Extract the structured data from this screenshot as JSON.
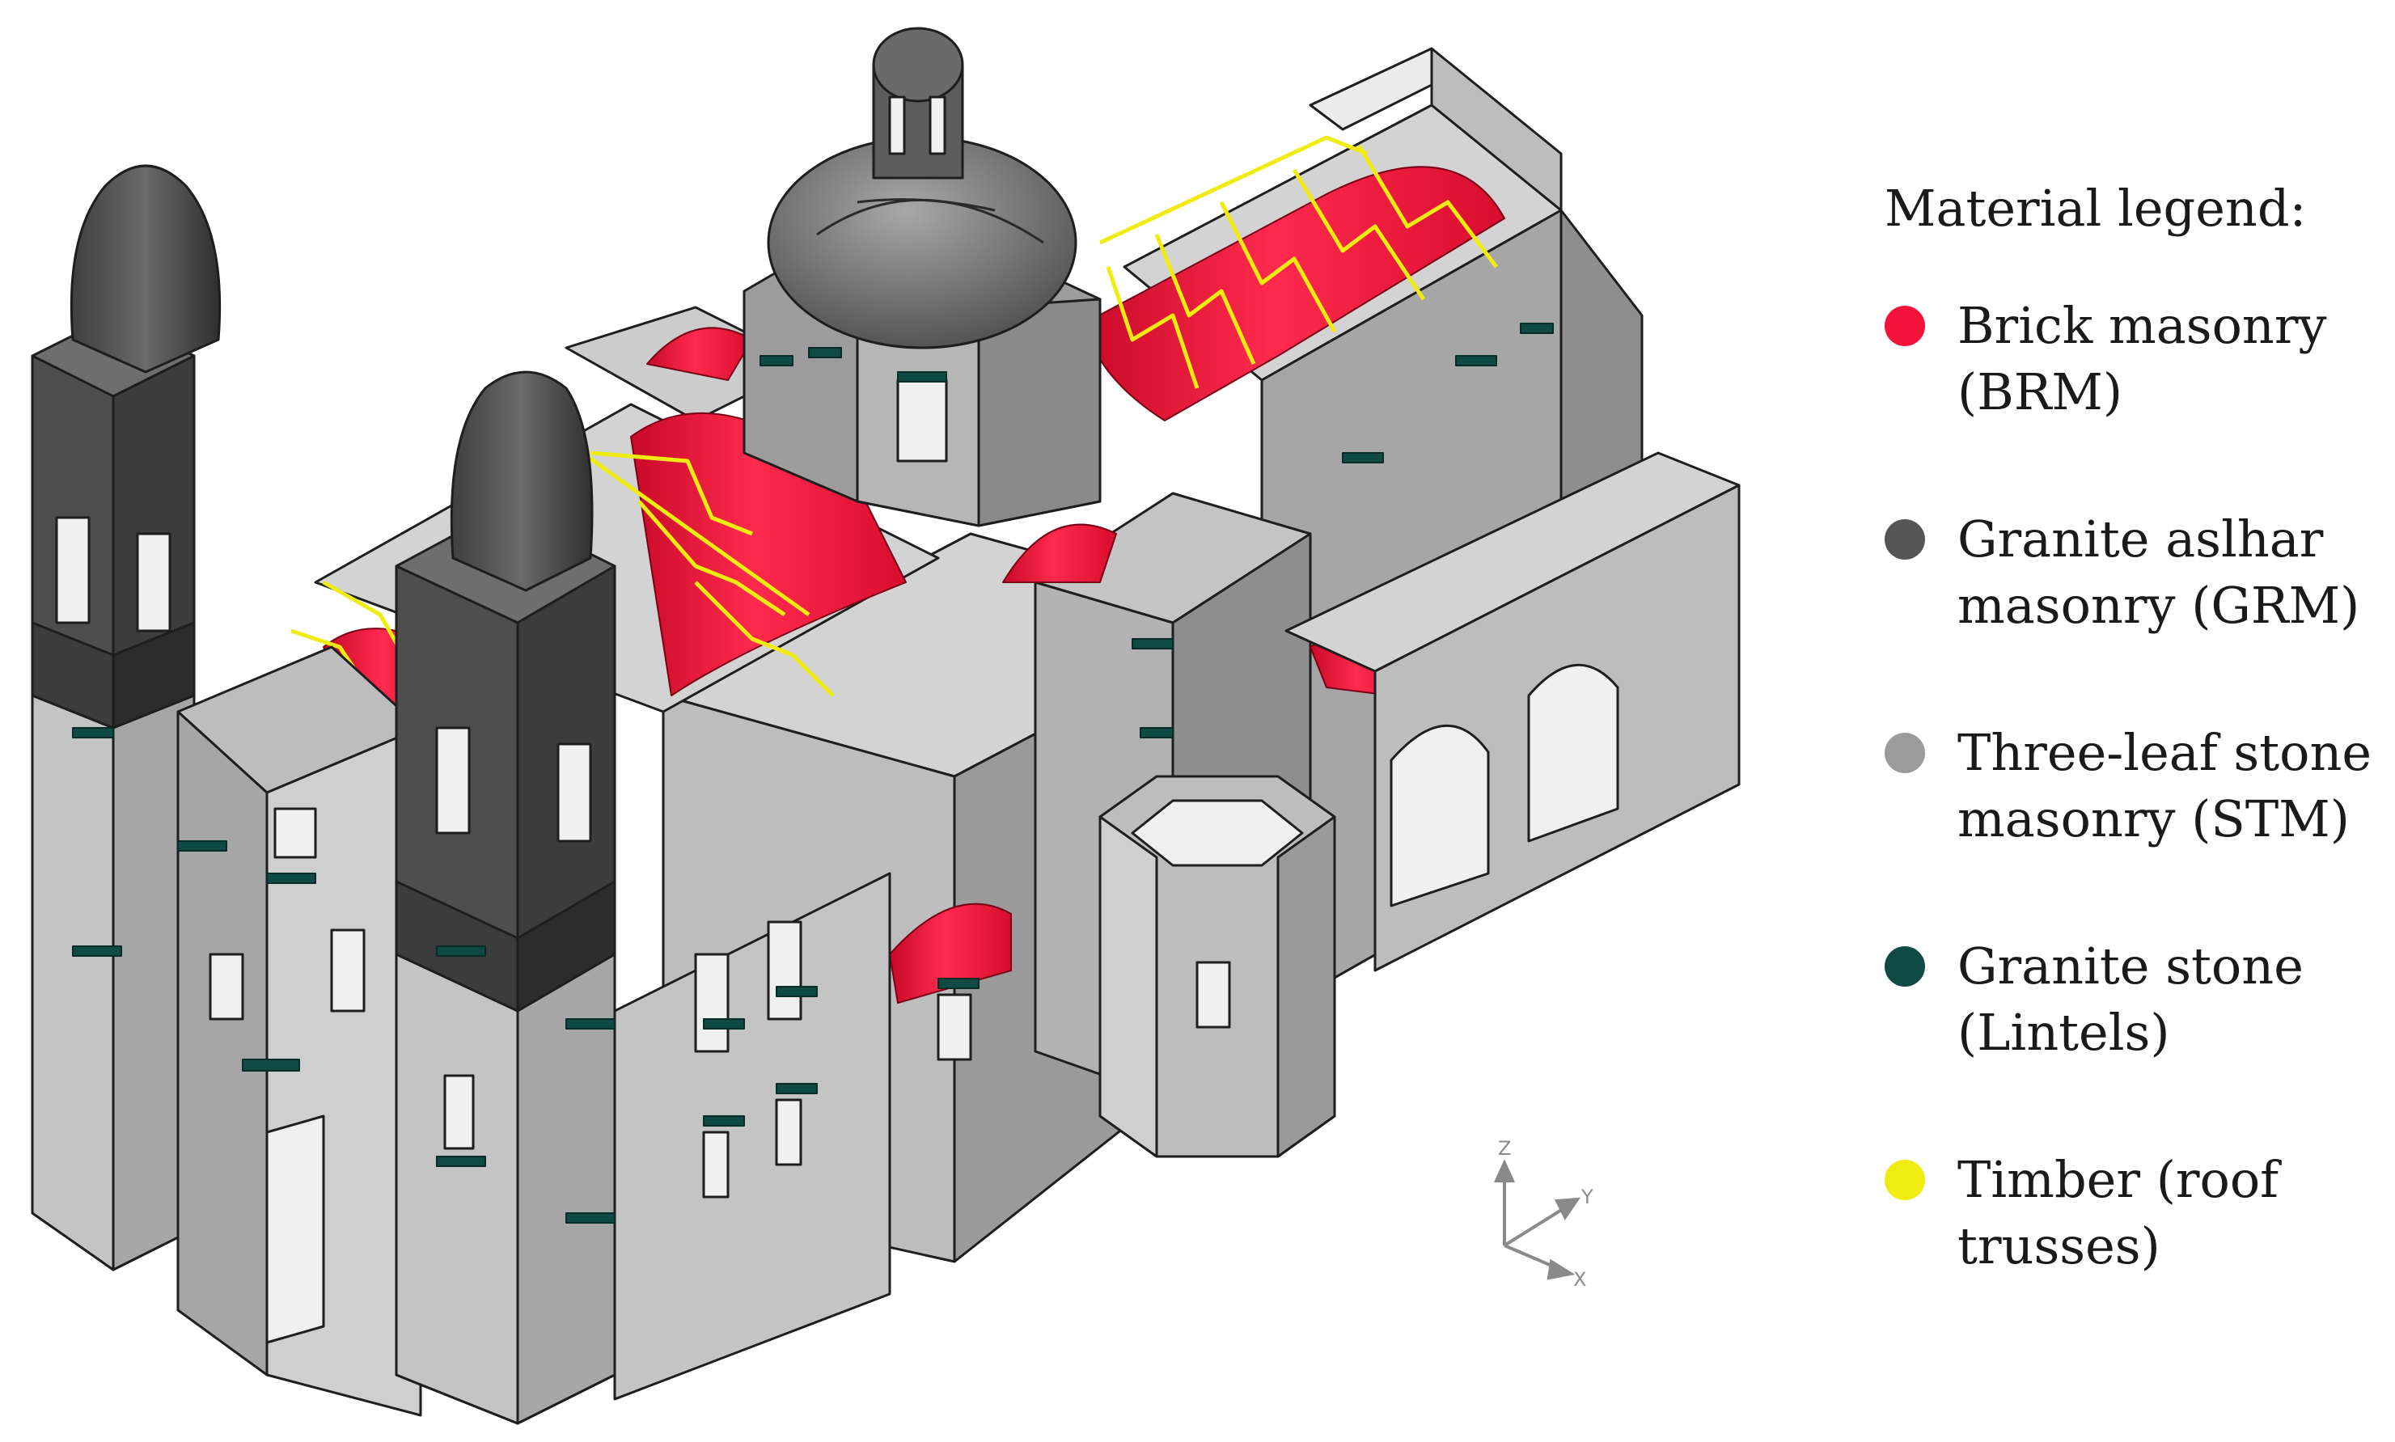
{
  "legend": {
    "title": "Material legend:",
    "items": [
      {
        "material": "brick-masonry",
        "color": "#f5123a",
        "lines": [
          "Brick masonry",
          "(BRM)"
        ]
      },
      {
        "material": "granite-ashlar-masonry",
        "color": "#555555",
        "lines": [
          "Granite aslhar",
          "masonry (GRM)"
        ]
      },
      {
        "material": "three-leaf-stone-masonry",
        "color": "#9b9b9b",
        "lines": [
          "Three-leaf stone",
          "masonry (STM)"
        ]
      },
      {
        "material": "granite-stone-lintels",
        "color": "#0f4a45",
        "lines": [
          "Granite stone",
          "(Lintels)"
        ]
      },
      {
        "material": "timber-roof-trusses",
        "color": "#f0ec12",
        "lines": [
          "Timber (roof",
          "trusses)"
        ]
      }
    ]
  },
  "axes": {
    "z": "Z",
    "y": "Y",
    "x": "X"
  },
  "colors": {
    "stone_light": "#d3d3d3",
    "stone_mid": "#a6a6a6",
    "stone_shadow": "#8a8a8a",
    "granite_top": "#6e6e6e",
    "granite_side": "#4a4a4a",
    "granite_dark": "#3c3c3c",
    "brick": "#f5123a",
    "timber": "#f0ec12",
    "lintel": "#0f4a45",
    "opening": "#f0f0f0"
  }
}
